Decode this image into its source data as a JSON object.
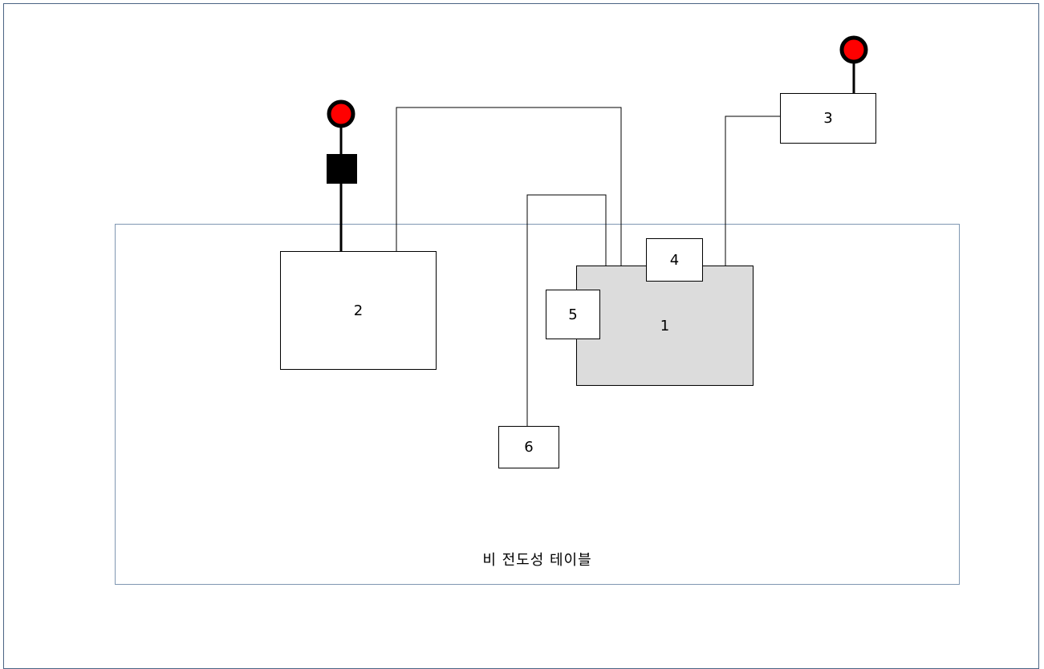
{
  "diagram": {
    "boxes": {
      "b1": "1",
      "b2": "2",
      "b3": "3",
      "b4": "4",
      "b5": "5",
      "b6": "6"
    },
    "table_label": "비 전도성 테이블",
    "colors": {
      "frame": "#4a6484",
      "table_border": "#7f97b2",
      "box1_fill": "#dcdcdc",
      "ground_terminal": "#ff0000"
    },
    "icons": {
      "ground_terminal": "ground-terminal-icon",
      "resistor_block": "resistor-block-icon"
    }
  }
}
